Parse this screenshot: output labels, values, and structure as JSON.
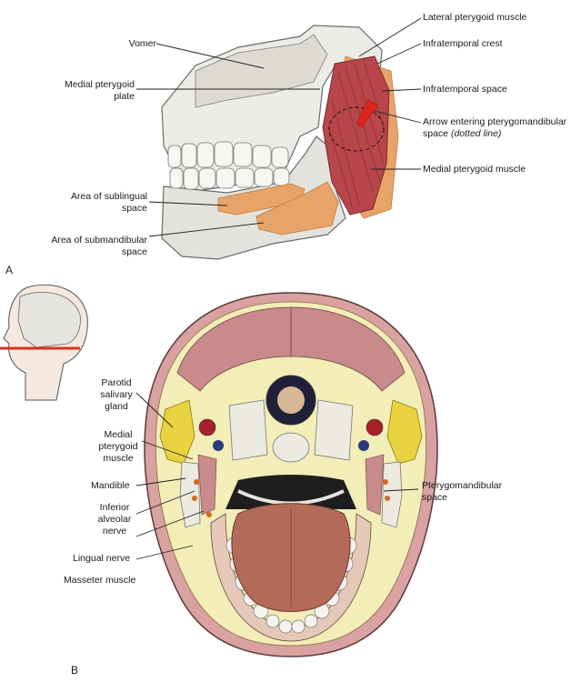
{
  "panel_a": {
    "letter": "A",
    "labels": {
      "vomer": "Vomer",
      "medial_pterygoid_plate_1": "Medial pterygoid",
      "medial_pterygoid_plate_2": "plate",
      "sublingual_1": "Area of sublingual",
      "sublingual_2": "space",
      "submandibular_1": "Area of submandibular",
      "submandibular_2": "space",
      "lateral_pterygoid": "Lateral pterygoid muscle",
      "infratemporal_crest": "Infratemporal crest",
      "infratemporal_space": "Infratemporal space",
      "arrow_1": "Arrow entering pterygomandibular",
      "arrow_2": "space",
      "arrow_2_italic": "(dotted line)",
      "medial_pterygoid_muscle": "Medial pterygoid muscle"
    }
  },
  "panel_b": {
    "letter": "B",
    "labels": {
      "parotid_1": "Parotid",
      "parotid_2": "salivary",
      "parotid_3": "gland",
      "medial_pterygoid_1": "Medial",
      "medial_pterygoid_2": "pterygoid",
      "medial_pterygoid_3": "muscle",
      "mandible": "Mandible",
      "ian_1": "Inferior",
      "ian_2": "alveolar",
      "ian_3": "nerve",
      "lingual": "Lingual nerve",
      "masseter": "Masseter muscle",
      "ptm_1": "Pterygomandibular",
      "ptm_2": "space"
    }
  },
  "colors": {
    "muscle": "#b8464a",
    "space": "#e8a468",
    "bone": "#e6e2d8",
    "fat": "#f3edb8",
    "gland": "#e9d23f",
    "tongue": "#b36a58"
  }
}
